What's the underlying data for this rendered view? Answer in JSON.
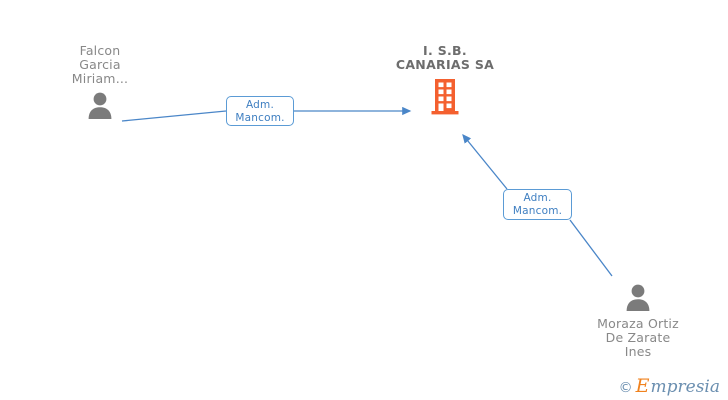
{
  "diagram": {
    "title": "I. S.B. CANARIAS SA relationship diagram",
    "colors": {
      "company_orange": "#f4602f",
      "person_gray": "#7b7b7b",
      "edge_blue": "#4a86c8",
      "label_blue": "#3f7fc1",
      "box_border": "#5b9bd5",
      "text_gray": "#888888",
      "company_text": "#6d6d6d"
    },
    "company": {
      "name": "I. S.B.\nCANARIAS SA",
      "icon": "building-icon"
    },
    "persons": [
      {
        "id": "falcon-garcia-miriam",
        "name": "Falcon\nGarcia\nMiriam...",
        "icon": "person-icon"
      },
      {
        "id": "moraza-ortiz-de-zarate-ines",
        "name": "Moraza Ortiz\nDe Zarate\nInes",
        "icon": "person-icon"
      }
    ],
    "edges": [
      {
        "id": "edge-falcon-to-company",
        "from": "falcon-garcia-miriam",
        "to": "company",
        "label": "Adm.\nMancom."
      },
      {
        "id": "edge-moraza-to-company",
        "from": "moraza-ortiz-de-zarate-ines",
        "to": "company",
        "label": "Adm.\nMancom."
      }
    ]
  },
  "watermark": {
    "copyright": "©",
    "brand_initial": "E",
    "brand_rest": "mpresia"
  }
}
